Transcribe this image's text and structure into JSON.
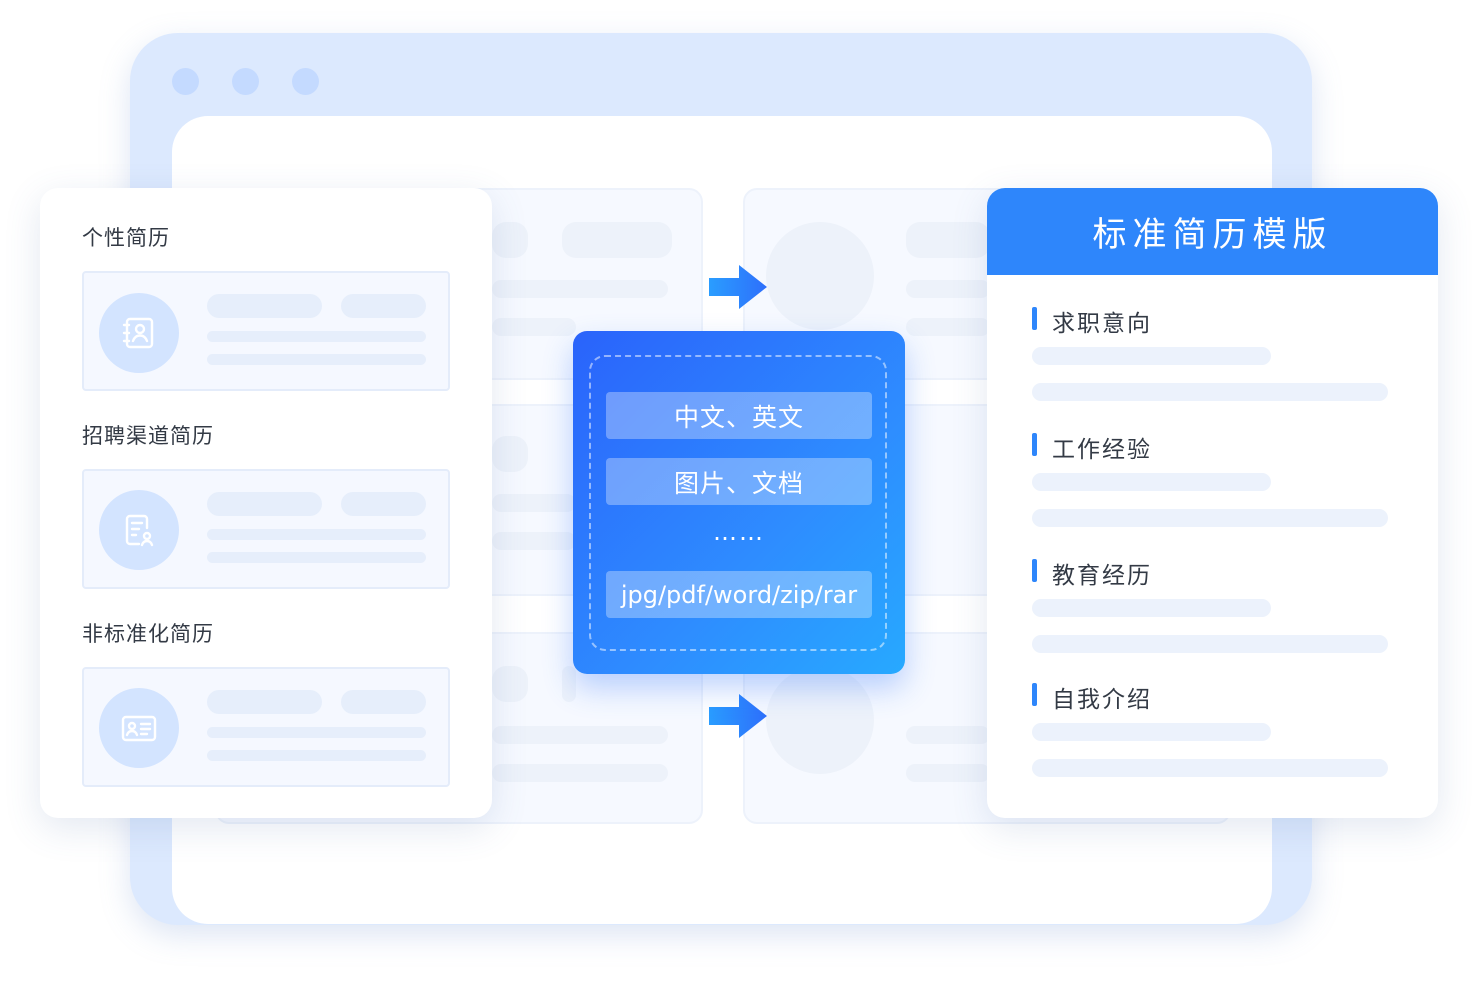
{
  "left_panel": {
    "sections": [
      {
        "title": "个性简历",
        "icon": "contact-card-icon"
      },
      {
        "title": "招聘渠道简历",
        "icon": "document-user-icon"
      },
      {
        "title": "非标准化简历",
        "icon": "id-card-icon"
      }
    ]
  },
  "center_card": {
    "chips": [
      "中文、英文",
      "图片、文档"
    ],
    "ellipsis": "……",
    "formats": "jpg/pdf/word/zip/rar"
  },
  "right_panel": {
    "title": "标准简历模版",
    "sections": [
      "求职意向",
      "工作经验",
      "教育经历",
      "自我介绍"
    ]
  },
  "colors": {
    "accent": "#2e86fb",
    "frame": "#dce9fe",
    "icon_circle": "#d3e4ff"
  }
}
